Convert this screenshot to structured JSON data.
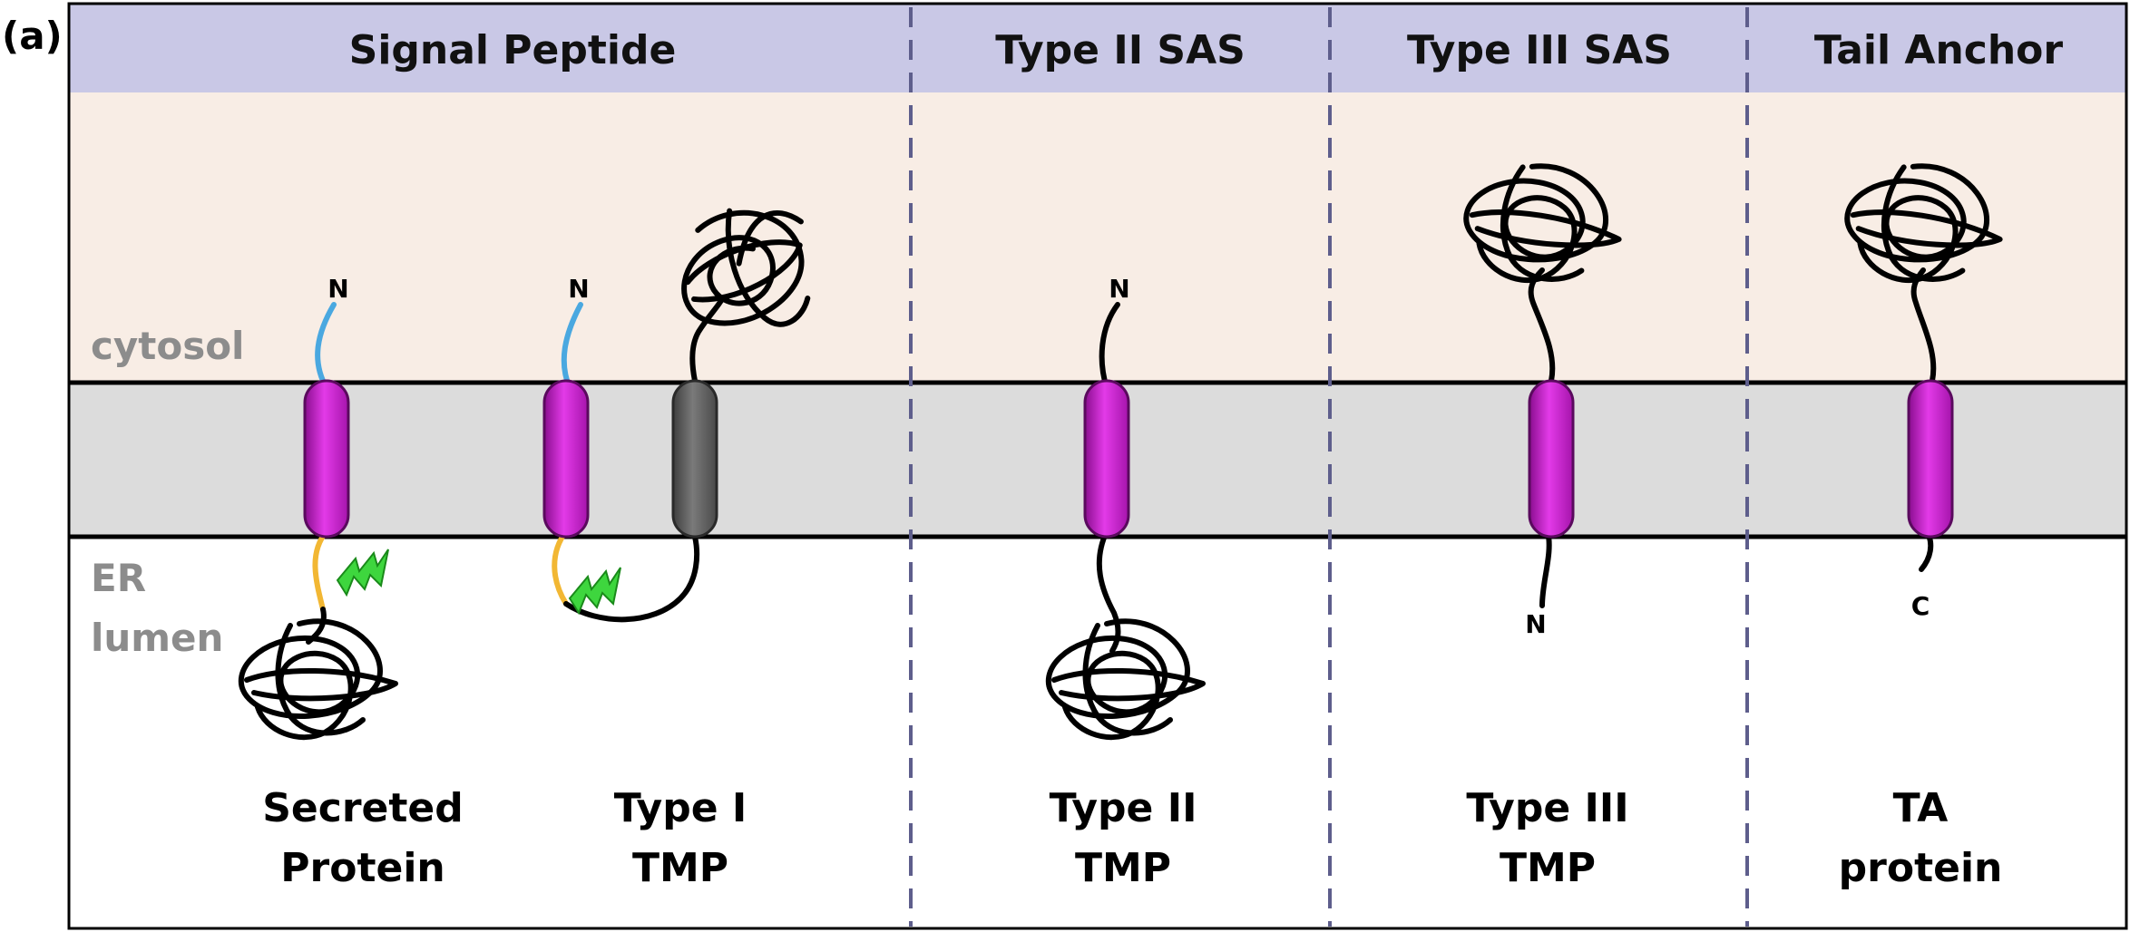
{
  "panel_label": "(a)",
  "headers": [
    "Signal Peptide",
    "Type II SAS",
    "Type III SAS",
    "Tail Anchor"
  ],
  "compartments": {
    "cytosol": "cytosol",
    "er_line1": "ER",
    "er_line2": "lumen"
  },
  "terminals": {
    "n": "N",
    "c": "C"
  },
  "proteins": [
    {
      "line1": "Secreted",
      "line2": "Protein"
    },
    {
      "line1": "Type I",
      "line2": "TMP"
    },
    {
      "line1": "Type II",
      "line2": "TMP"
    },
    {
      "line1": "Type III",
      "line2": "TMP"
    },
    {
      "line1": "TA",
      "line2": "protein"
    }
  ],
  "colors": {
    "header_band": "#c9c8e6",
    "cytosol": "#f8ede5",
    "membrane": "#dcdcdc",
    "tm_helix": "#e13ae6",
    "tm_helix_dark": "#6e6e6e",
    "signal_peptide_cytosolic": "#4aa8e0",
    "signal_peptide_lumenal": "#f2b733",
    "cleavage_bolt": "#3ed63e",
    "divider": "#5e5e8c"
  },
  "icons": [
    "signal-peptidase-cleavage-icon"
  ]
}
